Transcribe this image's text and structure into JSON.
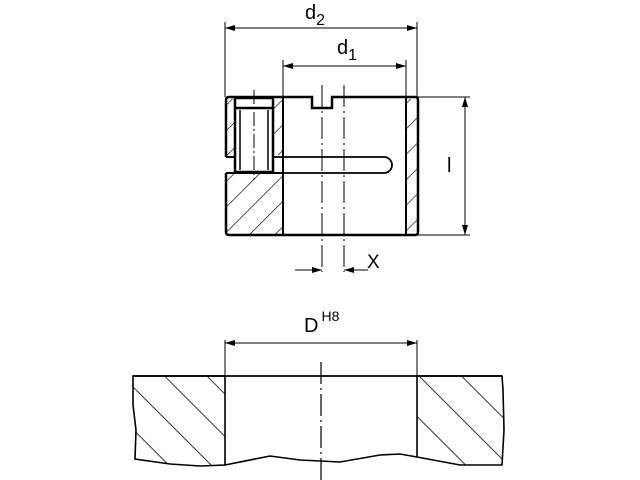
{
  "labels": {
    "d2": {
      "main": "d",
      "sub": "2"
    },
    "d1": {
      "main": "d",
      "sub": "1"
    },
    "l": "l",
    "x": "X",
    "D": {
      "main": "D",
      "sup": "H8"
    }
  },
  "colors": {
    "line": "#000000",
    "background": "#ffffff"
  }
}
